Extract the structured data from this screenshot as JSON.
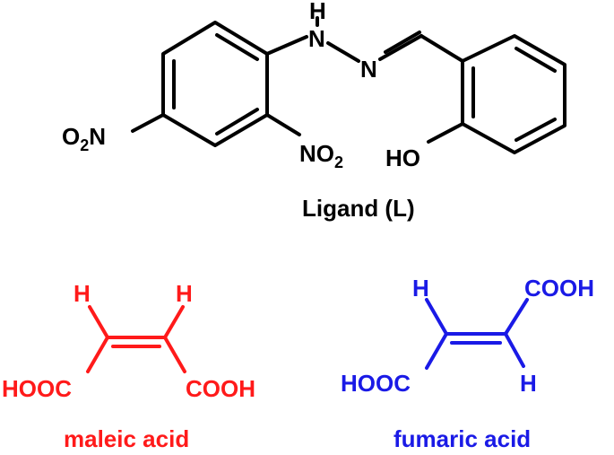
{
  "colors": {
    "ligand": "#000000",
    "maleic": "#ff1a1a",
    "fumaric": "#1a1ae6"
  },
  "ligand": {
    "atom_nh_h": "H",
    "atom_nh_n": "N",
    "atom_imine_n": "N",
    "nitro_left_o": "O",
    "nitro_left_sub": "2",
    "nitro_left_n": "N",
    "nitro_ortho_no": "NO",
    "nitro_ortho_sub": "2",
    "hydroxyl": "HO",
    "caption": "Ligand (L)"
  },
  "maleic": {
    "h_left": "H",
    "h_right": "H",
    "group_left": "HOOC",
    "group_right": "COOH",
    "caption": "maleic acid"
  },
  "fumaric": {
    "h_top": "H",
    "group_top": "COOH",
    "group_bottom": "HOOC",
    "h_bottom": "H",
    "caption": "fumaric acid"
  }
}
